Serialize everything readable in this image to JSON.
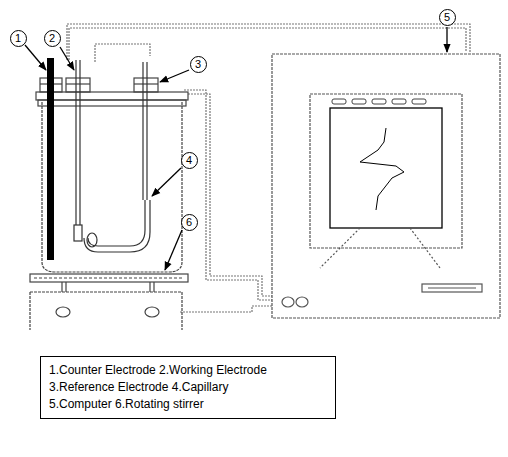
{
  "diagram": {
    "nodes": [
      {
        "text": [
          "1"
        ]
      },
      {
        "text": [
          "2"
        ]
      },
      {
        "text": [
          "3"
        ]
      },
      {
        "text": [
          "4"
        ]
      },
      {
        "text": [
          "5"
        ]
      },
      {
        "text": [
          "6"
        ]
      },
      {
        "text": [
          "1.Counter Electrode 2.Working Electrode",
          "3.Reference Electrode 4.Capillary",
          "5.Computer 6.Rotating stirrer"
        ]
      }
    ]
  }
}
